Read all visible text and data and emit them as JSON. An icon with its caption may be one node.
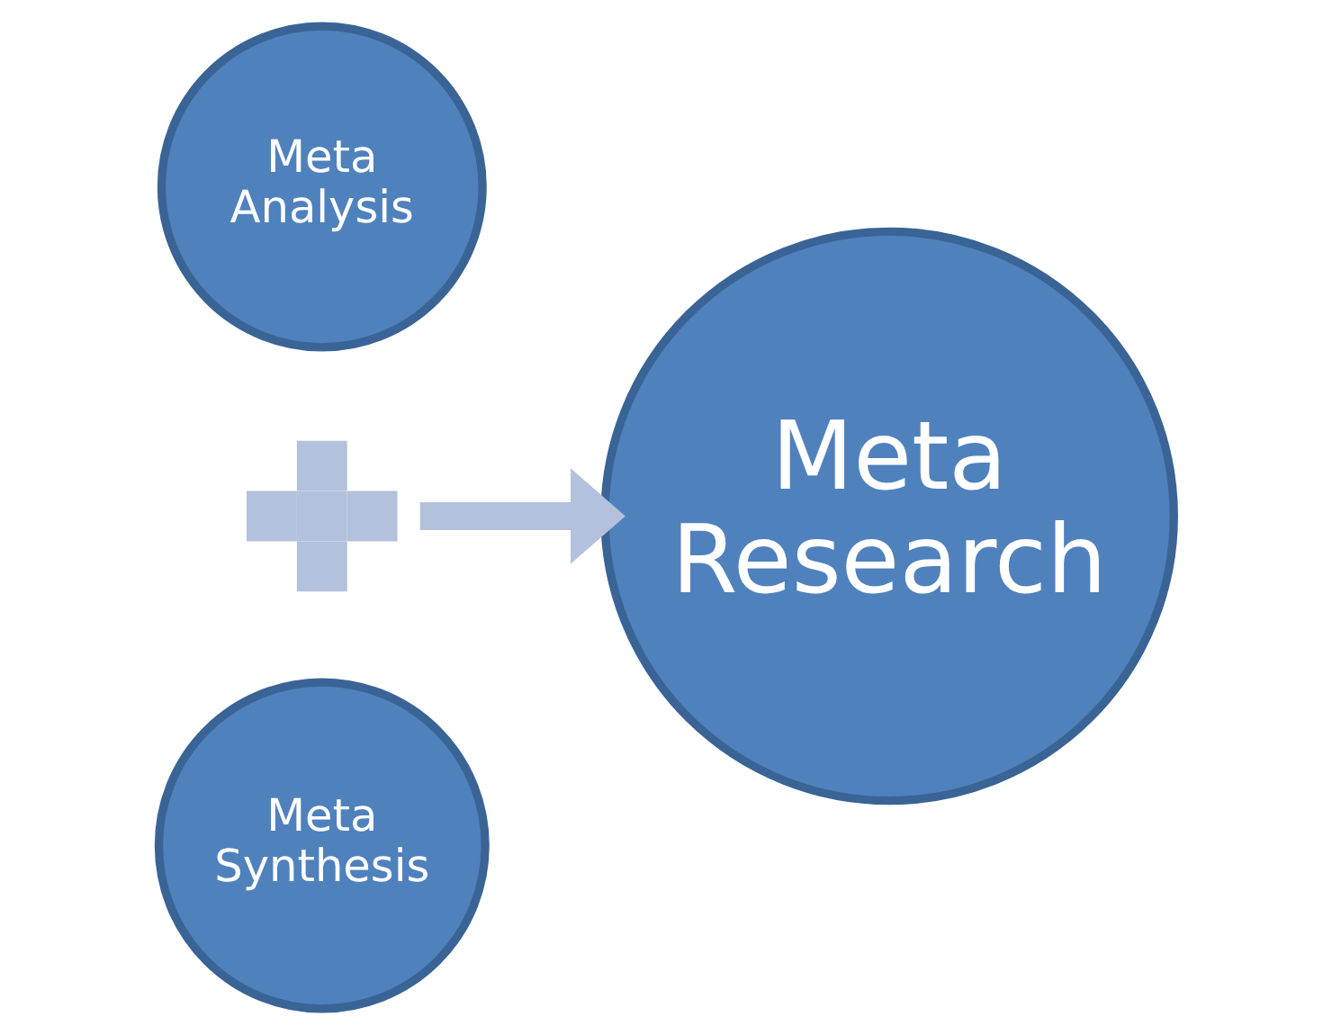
{
  "diagram": {
    "nodes": [
      {
        "text": [
          "Meta Analysis"
        ]
      },
      {
        "text": [],
        "shape": "plus"
      },
      {
        "text": [
          "Meta Synthesis"
        ]
      },
      {
        "text": [
          "Meta Research"
        ]
      }
    ],
    "edges": [
      {
        "from": 1,
        "to": 3,
        "arrow": "to"
      }
    ]
  }
}
